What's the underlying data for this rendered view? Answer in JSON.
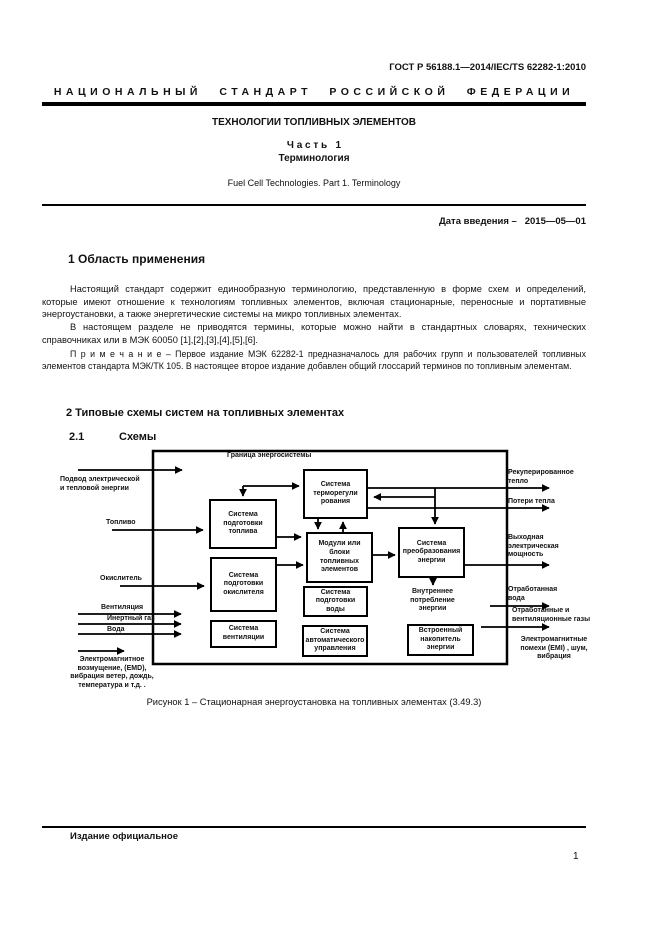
{
  "header": {
    "doc_number": "ГОСТ Р 56188.1—2014/IEC/TS 62282-1:2010",
    "standard_type": "НАЦИОНАЛЬНЫЙ СТАНДАРТ РОССИЙСКОЙ ФЕДЕРАЦИИ",
    "title_main": "ТЕХНОЛОГИИ ТОПЛИВНЫХ ЭЛЕМЕНТОВ",
    "part_label": "Ч а с т ь   1",
    "part_title": "Терминология",
    "title_en": "Fuel Cell Technologies. Part 1. Terminology",
    "effective_date": "Дата введения –   2015—05—01"
  },
  "section1": {
    "heading": "1 Область применения",
    "para1": "Настоящий стандарт содержит единообразную терминологию, представленную в форме схем и определений, которые имеют отношение к технологиям топливных элементов, включая стационарные, переносные и портативные энергоустановки, а также энергетические системы на микро топливных элементах.",
    "para2": "В настоящем разделе не приводятся термины, которые можно найти в стандартных словарях, технических справочниках или в МЭК 60050 [1],[2],[3],[4],[5],[6].",
    "note": "П р и м е ч а н и е  –  Первое издание МЭК 62282-1 предназначалось для рабочих групп и пользователей топливных элементов стандарта МЭК/ТК 105. В настоящее второе издание добавлен общий глоссарий терминов по топливным элементам."
  },
  "section2": {
    "heading": "2 Типовые схемы  систем на топливных элементах",
    "sub_number": "2.1",
    "sub_title": "Схемы"
  },
  "diagram": {
    "boundary_label": "Граница энергосистемы",
    "boxes": {
      "fuel_prep": "Система\nподготовки\nтоплива",
      "thermal": "Система\nтерморегули\nрования",
      "modules": "Модули или\nблоки\nтопливных\nэлементов",
      "power_conv": "Система\nпреобразования\nэнергии",
      "oxidant_prep": "Система\nподготовки\nокислителя",
      "water_prep": "Система\nподготовки\nводы",
      "ventilation": "Система\nвентиляции",
      "control": "Система\nавтоматического\nуправления",
      "storage": "Встроенный\nнакопитель\nэнергии"
    },
    "labels": {
      "supply": "Подвод электрической\nи тепловой энергии",
      "fuel": "Топливо",
      "oxidant": "Окислитель",
      "ventilation_in": "Вентиляция",
      "inert_gas": "Инертный газ",
      "water": "Вода",
      "emd": "Электромагнитное\nвозмущение, (EMD),\nвибрация ветер, дождь,\nтемпература и т.д. .",
      "recovered_heat": "Рекуперированное\nтепло",
      "heat_loss": "Потери тепла",
      "output_power": "Выходная\nэлектрическая\nмощность",
      "waste_water": "Отработанная\nвода",
      "exhaust_gases": "Отработанные и\nвентиляционные газы",
      "emi": "Электромагнитные\nпомехи (EMI) , шум,\nвибрация",
      "internal_consumption": "Внутреннее\nпотребление\nэнергии"
    },
    "caption": "Рисунок 1 – Стационарная энергоустановка на топливных элементах (3.49.3)"
  },
  "footer": {
    "edition": "Издание официальное",
    "page_number": "1"
  }
}
